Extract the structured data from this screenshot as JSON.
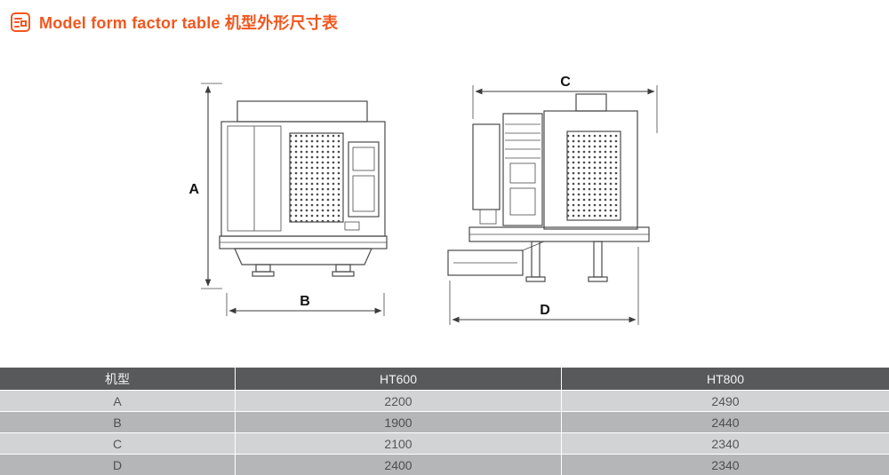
{
  "header": {
    "title": "Model form factor table 机型外形尺寸表"
  },
  "diagram": {
    "labels": {
      "a": "A",
      "b": "B",
      "c": "C",
      "d": "D"
    }
  },
  "table": {
    "columns": [
      "机型",
      "HT600",
      "HT800"
    ],
    "rows": [
      [
        "A",
        "2200",
        "2490"
      ],
      [
        "B",
        "1900",
        "2440"
      ],
      [
        "C",
        "2100",
        "2340"
      ],
      [
        "D",
        "2400",
        "2340"
      ]
    ]
  },
  "colors": {
    "accent": "#f1571f",
    "table_header_bg": "#58595b",
    "row_light": "#d2d3d4",
    "row_dark": "#b5b6b8",
    "line": "#4a4a4a"
  }
}
